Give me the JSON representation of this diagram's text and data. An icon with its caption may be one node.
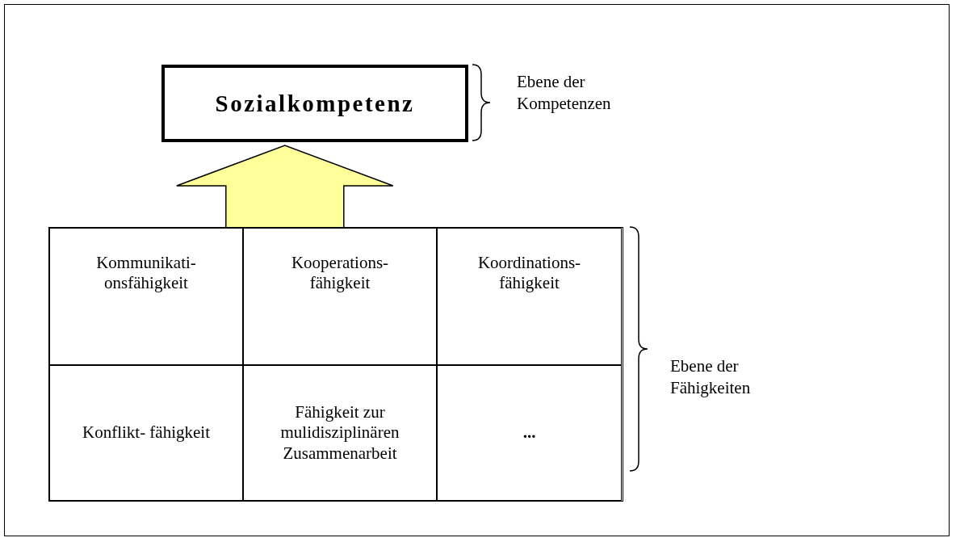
{
  "diagram": {
    "nodes": [
      {
        "text": [
          "Sozialkompetenz"
        ]
      },
      {
        "text": [],
        "shape": "box"
      },
      {
        "text": [
          "Kommunikati- onsfähigkeit"
        ],
        "in": 1
      },
      {
        "text": [
          "Kooperations- fähigkeit"
        ],
        "in": 1
      },
      {
        "text": [
          "Koordinations- fähigkeit"
        ],
        "in": 1
      },
      {
        "text": [
          "Konflikt- fähigkeit"
        ],
        "in": 1
      },
      {
        "text": [
          "Fähigkeit zur mulidisziplinären Zusammenarbeit"
        ],
        "in": 1
      },
      {
        "text": [
          "..."
        ],
        "in": 1
      }
    ],
    "edges": [
      {
        "from": 1,
        "to": 0,
        "arrow": "to",
        "style": "thick",
        "color": "#ffff99"
      }
    ],
    "labels": [
      "Ebene der Kompetenzen",
      "Ebene der Fähigkeiten"
    ]
  }
}
